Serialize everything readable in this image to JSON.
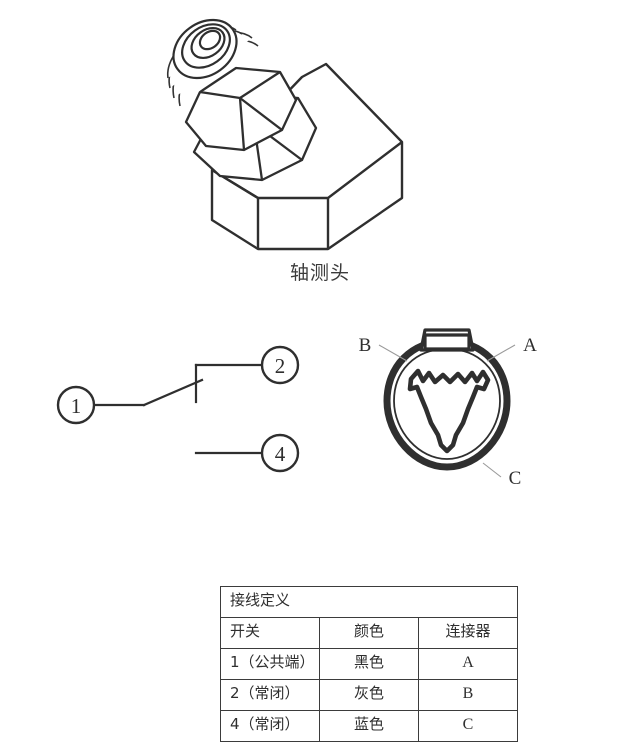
{
  "figure": {
    "caption": "轴测头",
    "sensor_icon": "pressure-switch-sensor"
  },
  "schematic": {
    "terminals": [
      {
        "id": "t1",
        "label": "1"
      },
      {
        "id": "t2",
        "label": "2"
      },
      {
        "id": "t4",
        "label": "4"
      }
    ],
    "contact_icon": "switch-contact"
  },
  "connector": {
    "icon": "connector-face-view",
    "pins": [
      {
        "id": "pinB",
        "label": "B"
      },
      {
        "id": "pinA",
        "label": "A"
      },
      {
        "id": "pinC",
        "label": "C"
      }
    ]
  },
  "table": {
    "title": "接线定义",
    "headers": {
      "switch": "开关",
      "color": "颜色",
      "connector": "连接器"
    },
    "rows": [
      {
        "switch": "1（公共端）",
        "color": "黑色",
        "connector": "A"
      },
      {
        "switch": "2（常闭）",
        "color": "灰色",
        "connector": "B"
      },
      {
        "switch": "4（常闭）",
        "color": "蓝色",
        "connector": "C"
      }
    ]
  },
  "colors": {
    "background": "#ffffff",
    "ink": "#2f2f2f",
    "rule": "#3b3b3b",
    "leader": "#9a9a9a"
  }
}
